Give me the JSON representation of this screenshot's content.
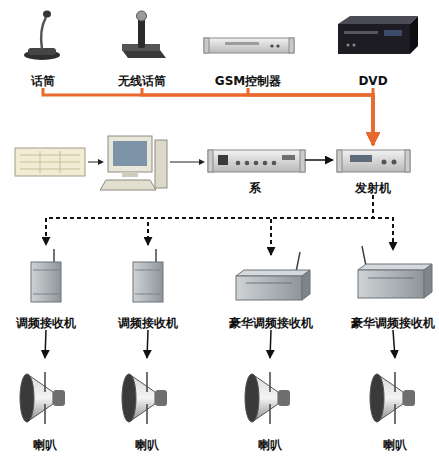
{
  "diagram": {
    "nodes": [
      {
        "text": [
          "话筒"
        ]
      },
      {
        "text": [
          "无线话筒"
        ]
      },
      {
        "text": [
          "GSM控制器"
        ]
      },
      {
        "text": [
          "DVD"
        ]
      },
      {
        "text": [
          "系"
        ]
      },
      {
        "text": [
          "发射机"
        ]
      },
      {
        "text": [
          "调频接收机"
        ]
      },
      {
        "text": [
          "调频接收机"
        ]
      },
      {
        "text": [
          "豪华调频接收机"
        ]
      },
      {
        "text": [
          "豪华调频接收机"
        ]
      },
      {
        "text": [
          "喇叭"
        ]
      },
      {
        "text": [
          "喇叭"
        ]
      },
      {
        "text": [
          "喇叭"
        ]
      },
      {
        "text": [
          "喇叭"
        ]
      }
    ],
    "edges": [
      {
        "from": 0,
        "to": 5,
        "arrow": "to"
      },
      {
        "from": 1,
        "to": 5,
        "arrow": "to"
      },
      {
        "from": 2,
        "to": 5,
        "arrow": "to"
      },
      {
        "from": 3,
        "to": 5,
        "arrow": "to"
      },
      {
        "from": 4,
        "to": 5,
        "arrow": "to"
      },
      {
        "from": 5,
        "to": 6,
        "arrow": "to"
      },
      {
        "from": 5,
        "to": 7,
        "arrow": "to"
      },
      {
        "from": 5,
        "to": 8,
        "arrow": "to"
      },
      {
        "from": 5,
        "to": 9,
        "arrow": "to"
      },
      {
        "from": 6,
        "to": 10,
        "arrow": "to"
      },
      {
        "from": 7,
        "to": 11,
        "arrow": "to"
      },
      {
        "from": 8,
        "to": 12,
        "arrow": "to"
      },
      {
        "from": 9,
        "to": 13,
        "arrow": "to"
      }
    ]
  }
}
